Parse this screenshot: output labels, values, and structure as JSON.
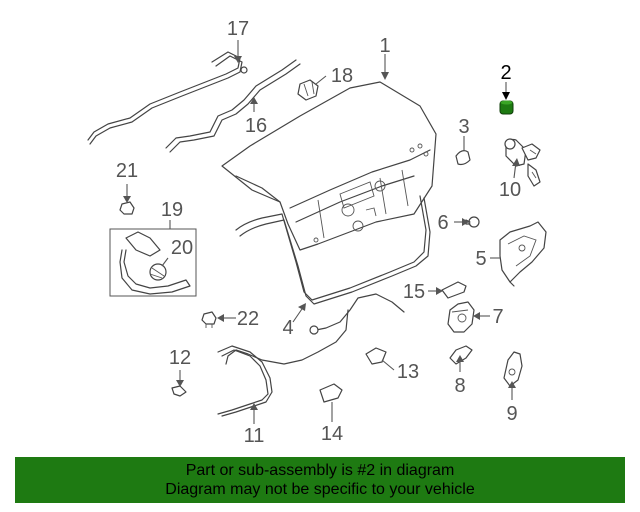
{
  "callouts": {
    "c1": "1",
    "c2": "2",
    "c3": "3",
    "c4": "4",
    "c5": "5",
    "c6": "6",
    "c7": "7",
    "c8": "8",
    "c9": "9",
    "c10": "10",
    "c11": "11",
    "c12": "12",
    "c13": "13",
    "c14": "14",
    "c15": "15",
    "c16": "16",
    "c17": "17",
    "c18": "18",
    "c19": "19",
    "c20": "20",
    "c21": "21",
    "c22": "22"
  },
  "highlight_color": "#1e7a12",
  "banner": {
    "line1": "Part or sub-assembly is #2 in diagram",
    "line2": "Diagram may not be specific to your vehicle",
    "background": "#1e7a12"
  }
}
